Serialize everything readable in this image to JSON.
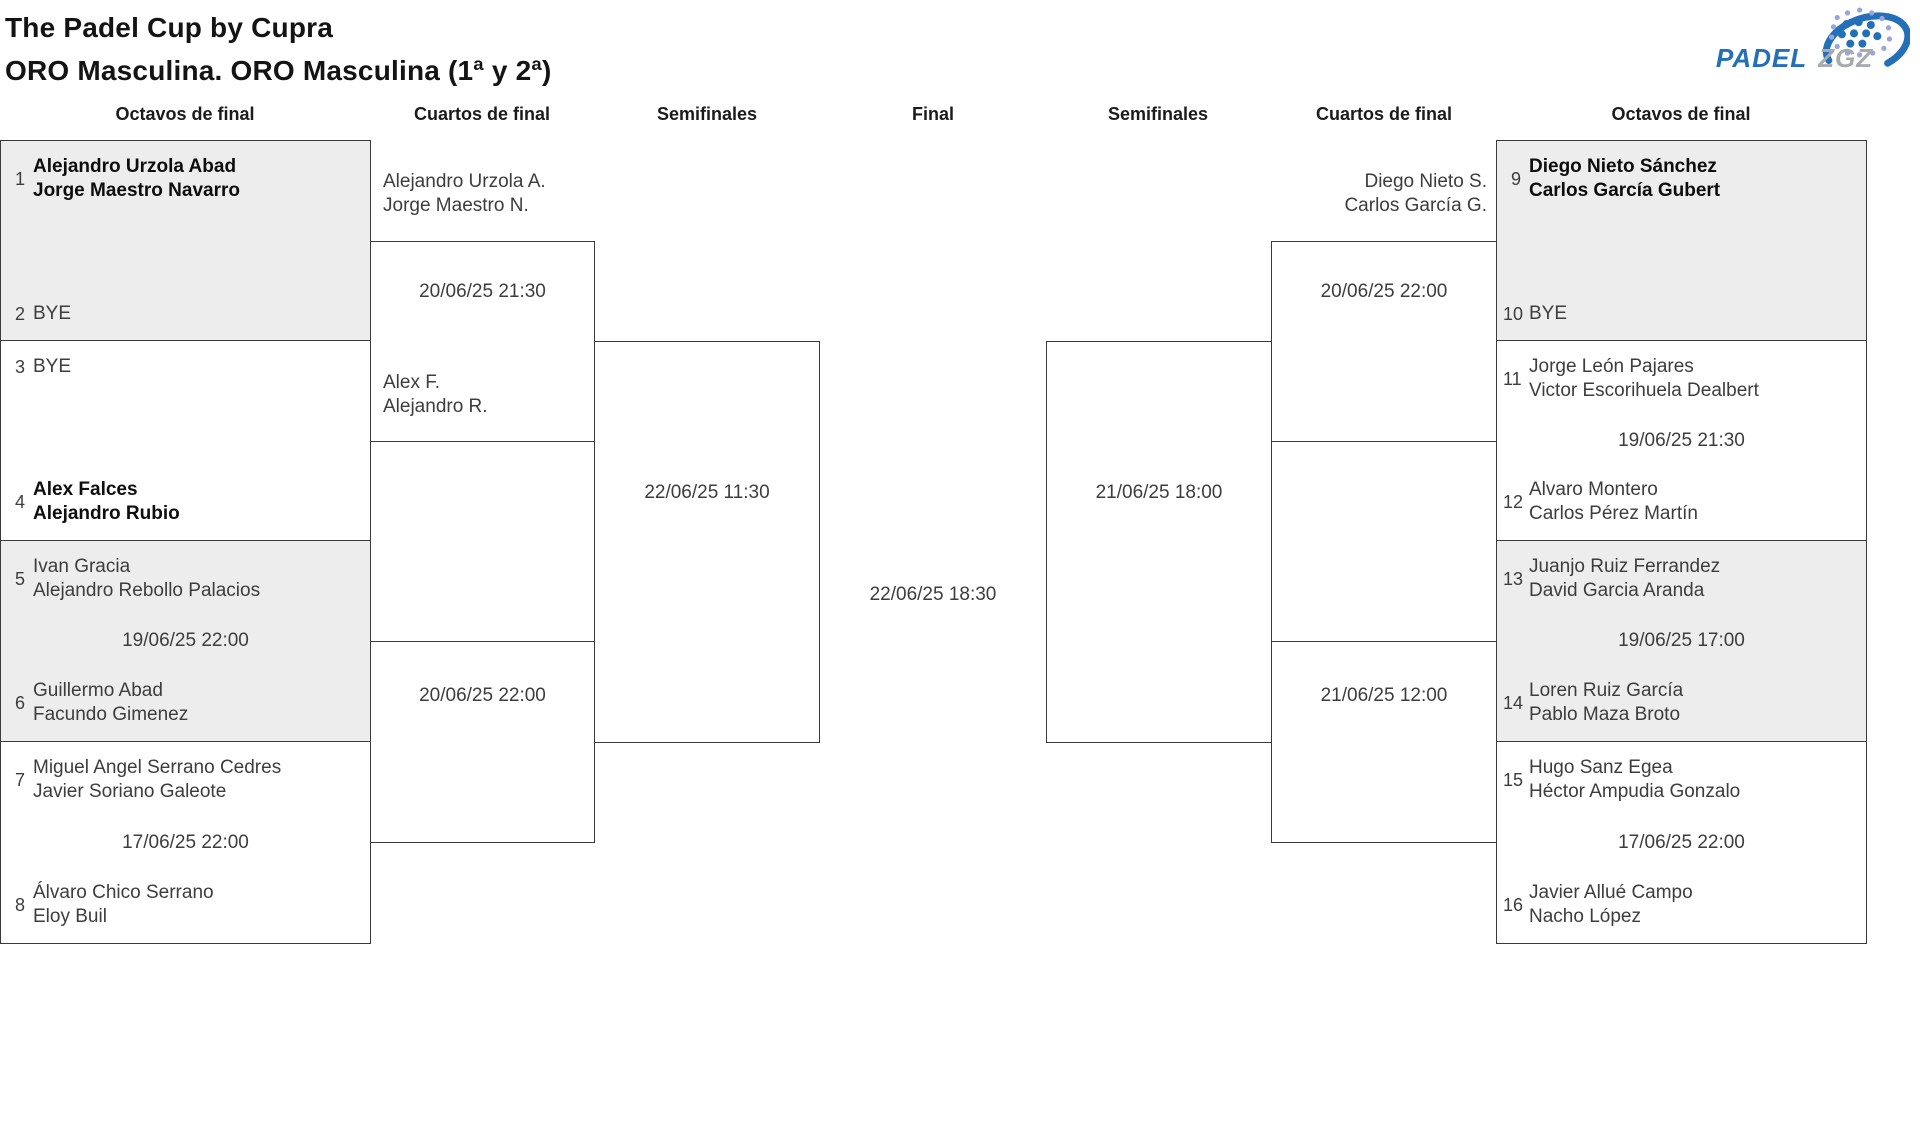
{
  "header": {
    "title": "The Padel Cup by Cupra",
    "subtitle": "ORO Masculina. ORO Masculina (1ª y 2ª)",
    "logo_padel": "PADEL",
    "logo_zgz": "ZGZ"
  },
  "rounds": [
    "Octavos de final",
    "Cuartos de final",
    "Semifinales",
    "Final",
    "Semifinales",
    "Cuartos de final",
    "Octavos de final"
  ],
  "colors": {
    "brand_blue": "#2470b8",
    "brand_light_blue": "#99a5dc",
    "brand_gray": "#a7abb0",
    "shaded_box": "#ededed",
    "line": "#3a3a3a",
    "text": "#3d3d3d"
  },
  "bracket": {
    "octavos_left": [
      {
        "seed1": "1",
        "p1a": "Alejandro Urzola Abad",
        "p1b": "Jorge Maestro Navarro",
        "seed2": "2",
        "p2a": "BYE",
        "p2b": "",
        "time": ""
      },
      {
        "seed1": "3",
        "p1a": "BYE",
        "p1b": "",
        "seed2": "4",
        "p2a": "Alex Falces",
        "p2b": "Alejandro Rubio",
        "time": ""
      },
      {
        "seed1": "5",
        "p1a": "Ivan Gracia",
        "p1b": "Alejandro Rebollo Palacios",
        "seed2": "6",
        "p2a": "Guillermo Abad",
        "p2b": "Facundo Gimenez",
        "time": "19/06/25 22:00"
      },
      {
        "seed1": "7",
        "p1a": "Miguel Angel Serrano Cedres",
        "p1b": "Javier Soriano Galeote",
        "seed2": "8",
        "p2a": "Álvaro Chico Serrano",
        "p2b": "Eloy Buil",
        "time": "17/06/25 22:00"
      }
    ],
    "octavos_right": [
      {
        "seed1": "9",
        "p1a": "Diego Nieto Sánchez",
        "p1b": "Carlos García Gubert",
        "seed2": "10",
        "p2a": "BYE",
        "p2b": "",
        "time": ""
      },
      {
        "seed1": "11",
        "p1a": "Jorge León Pajares",
        "p1b": "Victor Escorihuela Dealbert",
        "seed2": "12",
        "p2a": "Alvaro Montero",
        "p2b": "Carlos Pérez Martín",
        "time": "19/06/25 21:30"
      },
      {
        "seed1": "13",
        "p1a": "Juanjo Ruiz Ferrandez",
        "p1b": "David Garcia Aranda",
        "seed2": "14",
        "p2a": "Loren Ruiz García",
        "p2b": "Pablo Maza Broto",
        "time": "19/06/25 17:00"
      },
      {
        "seed1": "15",
        "p1a": "Hugo Sanz Egea",
        "p1b": "Héctor Ampudia Gonzalo",
        "seed2": "16",
        "p2a": "Javier Allué Campo",
        "p2b": "Nacho López",
        "time": "17/06/25 22:00"
      }
    ],
    "cuartos_left": {
      "top": {
        "w1a": "Alejandro Urzola A.",
        "w1b": "Jorge Maestro N.",
        "w2a": "Alex F.",
        "w2b": "Alejandro R.",
        "time": "20/06/25 21:30"
      },
      "bottom": {
        "time": "20/06/25 22:00"
      }
    },
    "cuartos_right": {
      "top": {
        "w1a": "Diego Nieto S.",
        "w1b": "Carlos García G.",
        "time": "20/06/25 22:00"
      },
      "bottom": {
        "time": "21/06/25 12:00"
      }
    },
    "semifinal_left": {
      "time": "22/06/25 11:30"
    },
    "semifinal_right": {
      "time": "21/06/25 18:00"
    },
    "final": {
      "time": "22/06/25 18:30"
    }
  }
}
